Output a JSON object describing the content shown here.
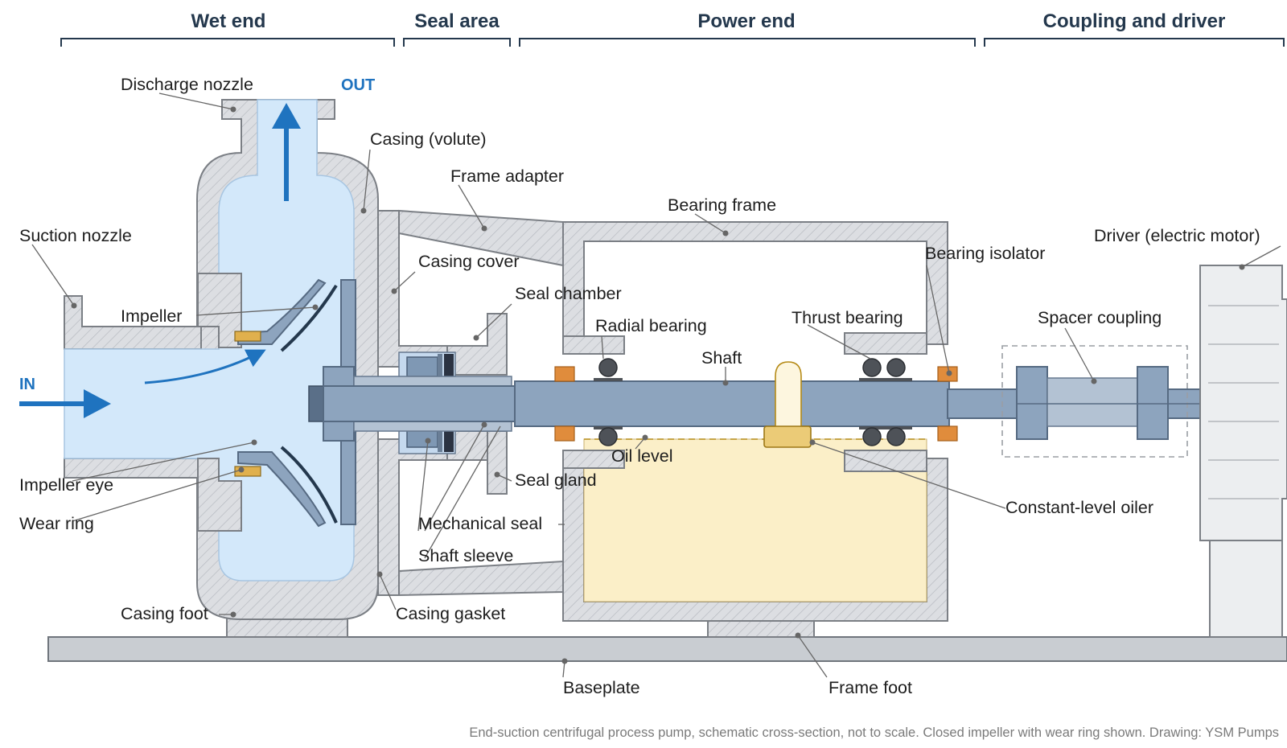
{
  "sections": {
    "wet_end": "Wet end",
    "seal_area": "Seal area",
    "power_end": "Power end",
    "coupling_driver": "Coupling and driver"
  },
  "flow": {
    "in": "IN",
    "out": "OUT"
  },
  "labels": {
    "discharge_nozzle": "Discharge nozzle",
    "casing_volute": "Casing (volute)",
    "frame_adapter": "Frame adapter",
    "bearing_frame": "Bearing frame",
    "suction_nozzle": "Suction nozzle",
    "casing_cover": "Casing cover",
    "bearing_isolator": "Bearing isolator",
    "driver": "Driver (electric motor)",
    "seal_chamber": "Seal chamber",
    "impeller": "Impeller",
    "radial_bearing": "Radial bearing",
    "thrust_bearing": "Thrust bearing",
    "spacer_coupling": "Spacer coupling",
    "shaft": "Shaft",
    "oil_level": "Oil level",
    "seal_gland": "Seal gland",
    "impeller_eye": "Impeller eye",
    "wear_ring": "Wear ring",
    "constant_level_oiler": "Constant-level oiler",
    "mechanical_seal": "Mechanical seal",
    "shaft_sleeve": "Shaft sleeve",
    "casing_foot": "Casing foot",
    "casing_gasket": "Casing gasket",
    "baseplate": "Baseplate",
    "frame_foot": "Frame foot"
  },
  "caption": "End-suction centrifugal process pump, schematic cross-section, not to scale. Closed impeller with wear ring shown. Drawing: YSM Pumps",
  "colors": {
    "fluid": "#d3e8fa",
    "oil": "#fbefc8",
    "flow_arrow": "#1f73bf",
    "gasket": "#d93232",
    "isolator": "#e08c3c",
    "steel": "#8da4be",
    "casting_hatch": "#dcdee2",
    "heading": "#24384d"
  }
}
